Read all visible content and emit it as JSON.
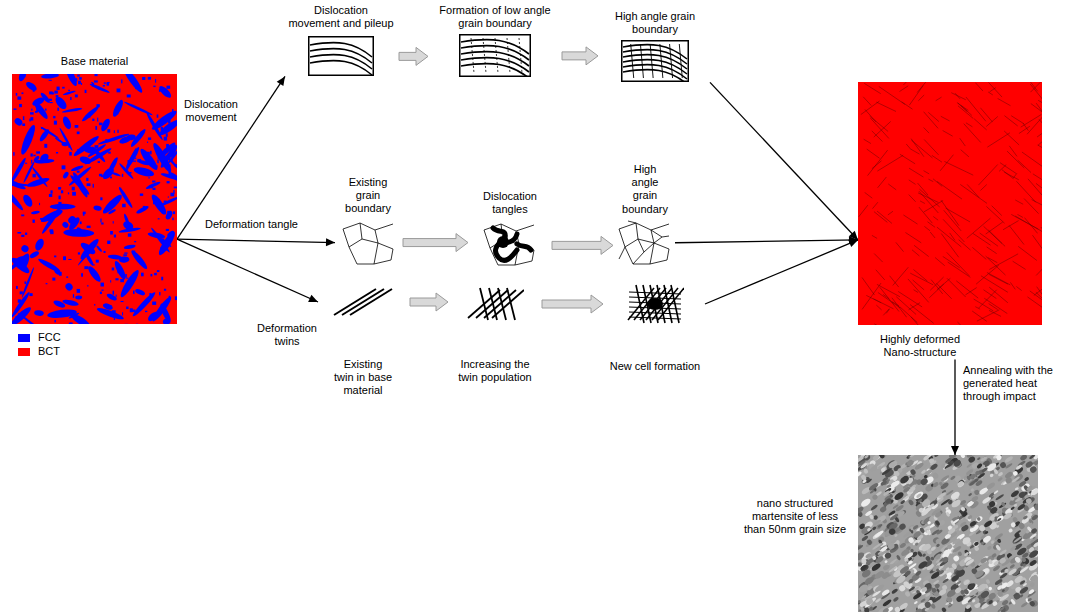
{
  "diagram": {
    "nodes": [
      {
        "text": [
          "Base material"
        ]
      },
      {
        "text": [
          "Dislocation movement and pileup"
        ]
      },
      {
        "text": [
          "Formation of low angle grain boundary"
        ]
      },
      {
        "text": [
          "High angle grain boundary"
        ]
      },
      {
        "text": [
          "Existing grain boundary"
        ]
      },
      {
        "text": [
          "Dislocation tangles"
        ]
      },
      {
        "text": [
          "High angle grain boundary"
        ]
      },
      {
        "text": [
          "Existing twin in base material"
        ]
      },
      {
        "text": [
          "Increasing the twin population"
        ]
      },
      {
        "text": [
          "New cell formation"
        ]
      },
      {
        "text": [
          "Highly deformed Nano-structure"
        ]
      },
      {
        "text": [
          "nano structured martensite of less than 50nm grain size"
        ]
      }
    ],
    "edges": [
      {
        "from": 0,
        "to": 1,
        "arrow": "to",
        "label": "Dislocation movement"
      },
      {
        "from": 0,
        "to": 4,
        "arrow": "to",
        "label": "Deformation tangle"
      },
      {
        "from": 0,
        "to": 7,
        "arrow": "to",
        "label": "Deformation twins"
      },
      {
        "from": 1,
        "to": 2,
        "arrow": "to"
      },
      {
        "from": 2,
        "to": 3,
        "arrow": "to"
      },
      {
        "from": 4,
        "to": 5,
        "arrow": "to"
      },
      {
        "from": 5,
        "to": 6,
        "arrow": "to"
      },
      {
        "from": 7,
        "to": 8,
        "arrow": "to"
      },
      {
        "from": 8,
        "to": 9,
        "arrow": "to"
      },
      {
        "from": 3,
        "to": 10,
        "arrow": "to"
      },
      {
        "from": 6,
        "to": 10,
        "arrow": "to"
      },
      {
        "from": 9,
        "to": 10,
        "arrow": "to"
      },
      {
        "from": 10,
        "to": 11,
        "arrow": "to",
        "label": "Annealing with the generated heat through impact"
      }
    ],
    "legend": [
      {
        "text": "FCC",
        "color": "#0000ff"
      },
      {
        "text": "BCT",
        "color": "#ff0000"
      }
    ]
  }
}
